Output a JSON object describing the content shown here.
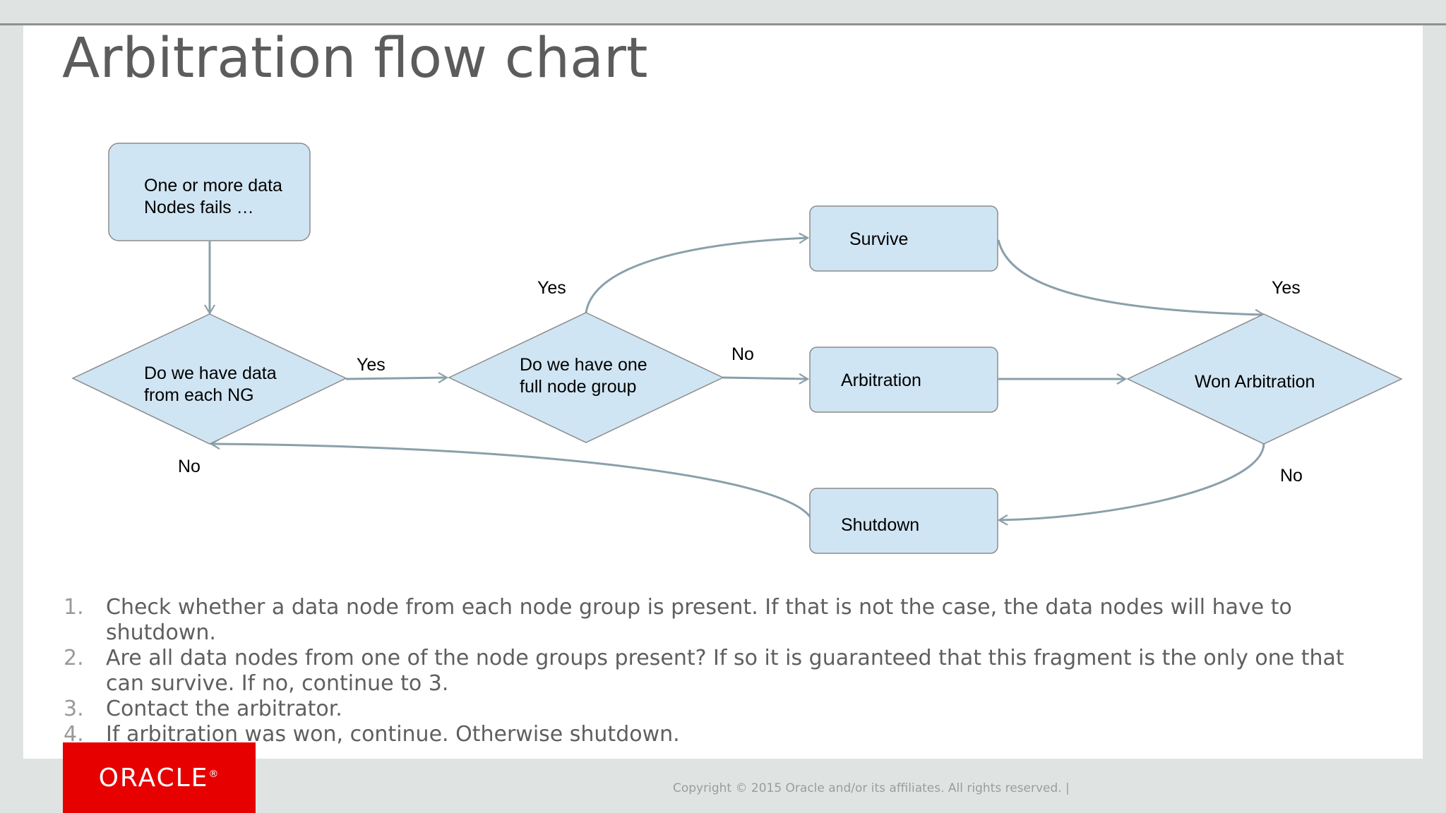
{
  "title": "Arbitration flow chart",
  "diagram": {
    "start": [
      "One or more data",
      "Nodes fails …"
    ],
    "decision_data": [
      "Do we have data",
      "from each NG"
    ],
    "decision_group": [
      "Do we have one",
      "full node group"
    ],
    "survive": "Survive",
    "arbitration": "Arbitration",
    "won": "Won Arbitration",
    "shutdown": "Shutdown",
    "labels": {
      "yes_data": "Yes",
      "no_data": "No",
      "yes_group": "Yes",
      "no_group": "No",
      "yes_won": "Yes",
      "no_won": "No"
    }
  },
  "steps": [
    {
      "num": "1.",
      "text": "Check whether a data node from each node group is present. If that is not the case, the data nodes will have to shutdown."
    },
    {
      "num": "2.",
      "text": "Are all data nodes from one of the node groups present? If so it is guaranteed that this fragment is the only one that can survive. If no, continue to 3."
    },
    {
      "num": "3.",
      "text": "Contact the arbitrator."
    },
    {
      "num": "4.",
      "text": "If arbitration was won, continue. Otherwise shutdown."
    }
  ],
  "logo": "ORACLE",
  "logo_reg": "®",
  "footer": "Copyright © 2015 Oracle and/or its affiliates. All rights reserved.  |",
  "colors": {
    "node_fill": "#d0e5f3",
    "node_stroke": "#8c8c8c",
    "connector": "#8aa0aa",
    "brand_red": "#e60000"
  }
}
